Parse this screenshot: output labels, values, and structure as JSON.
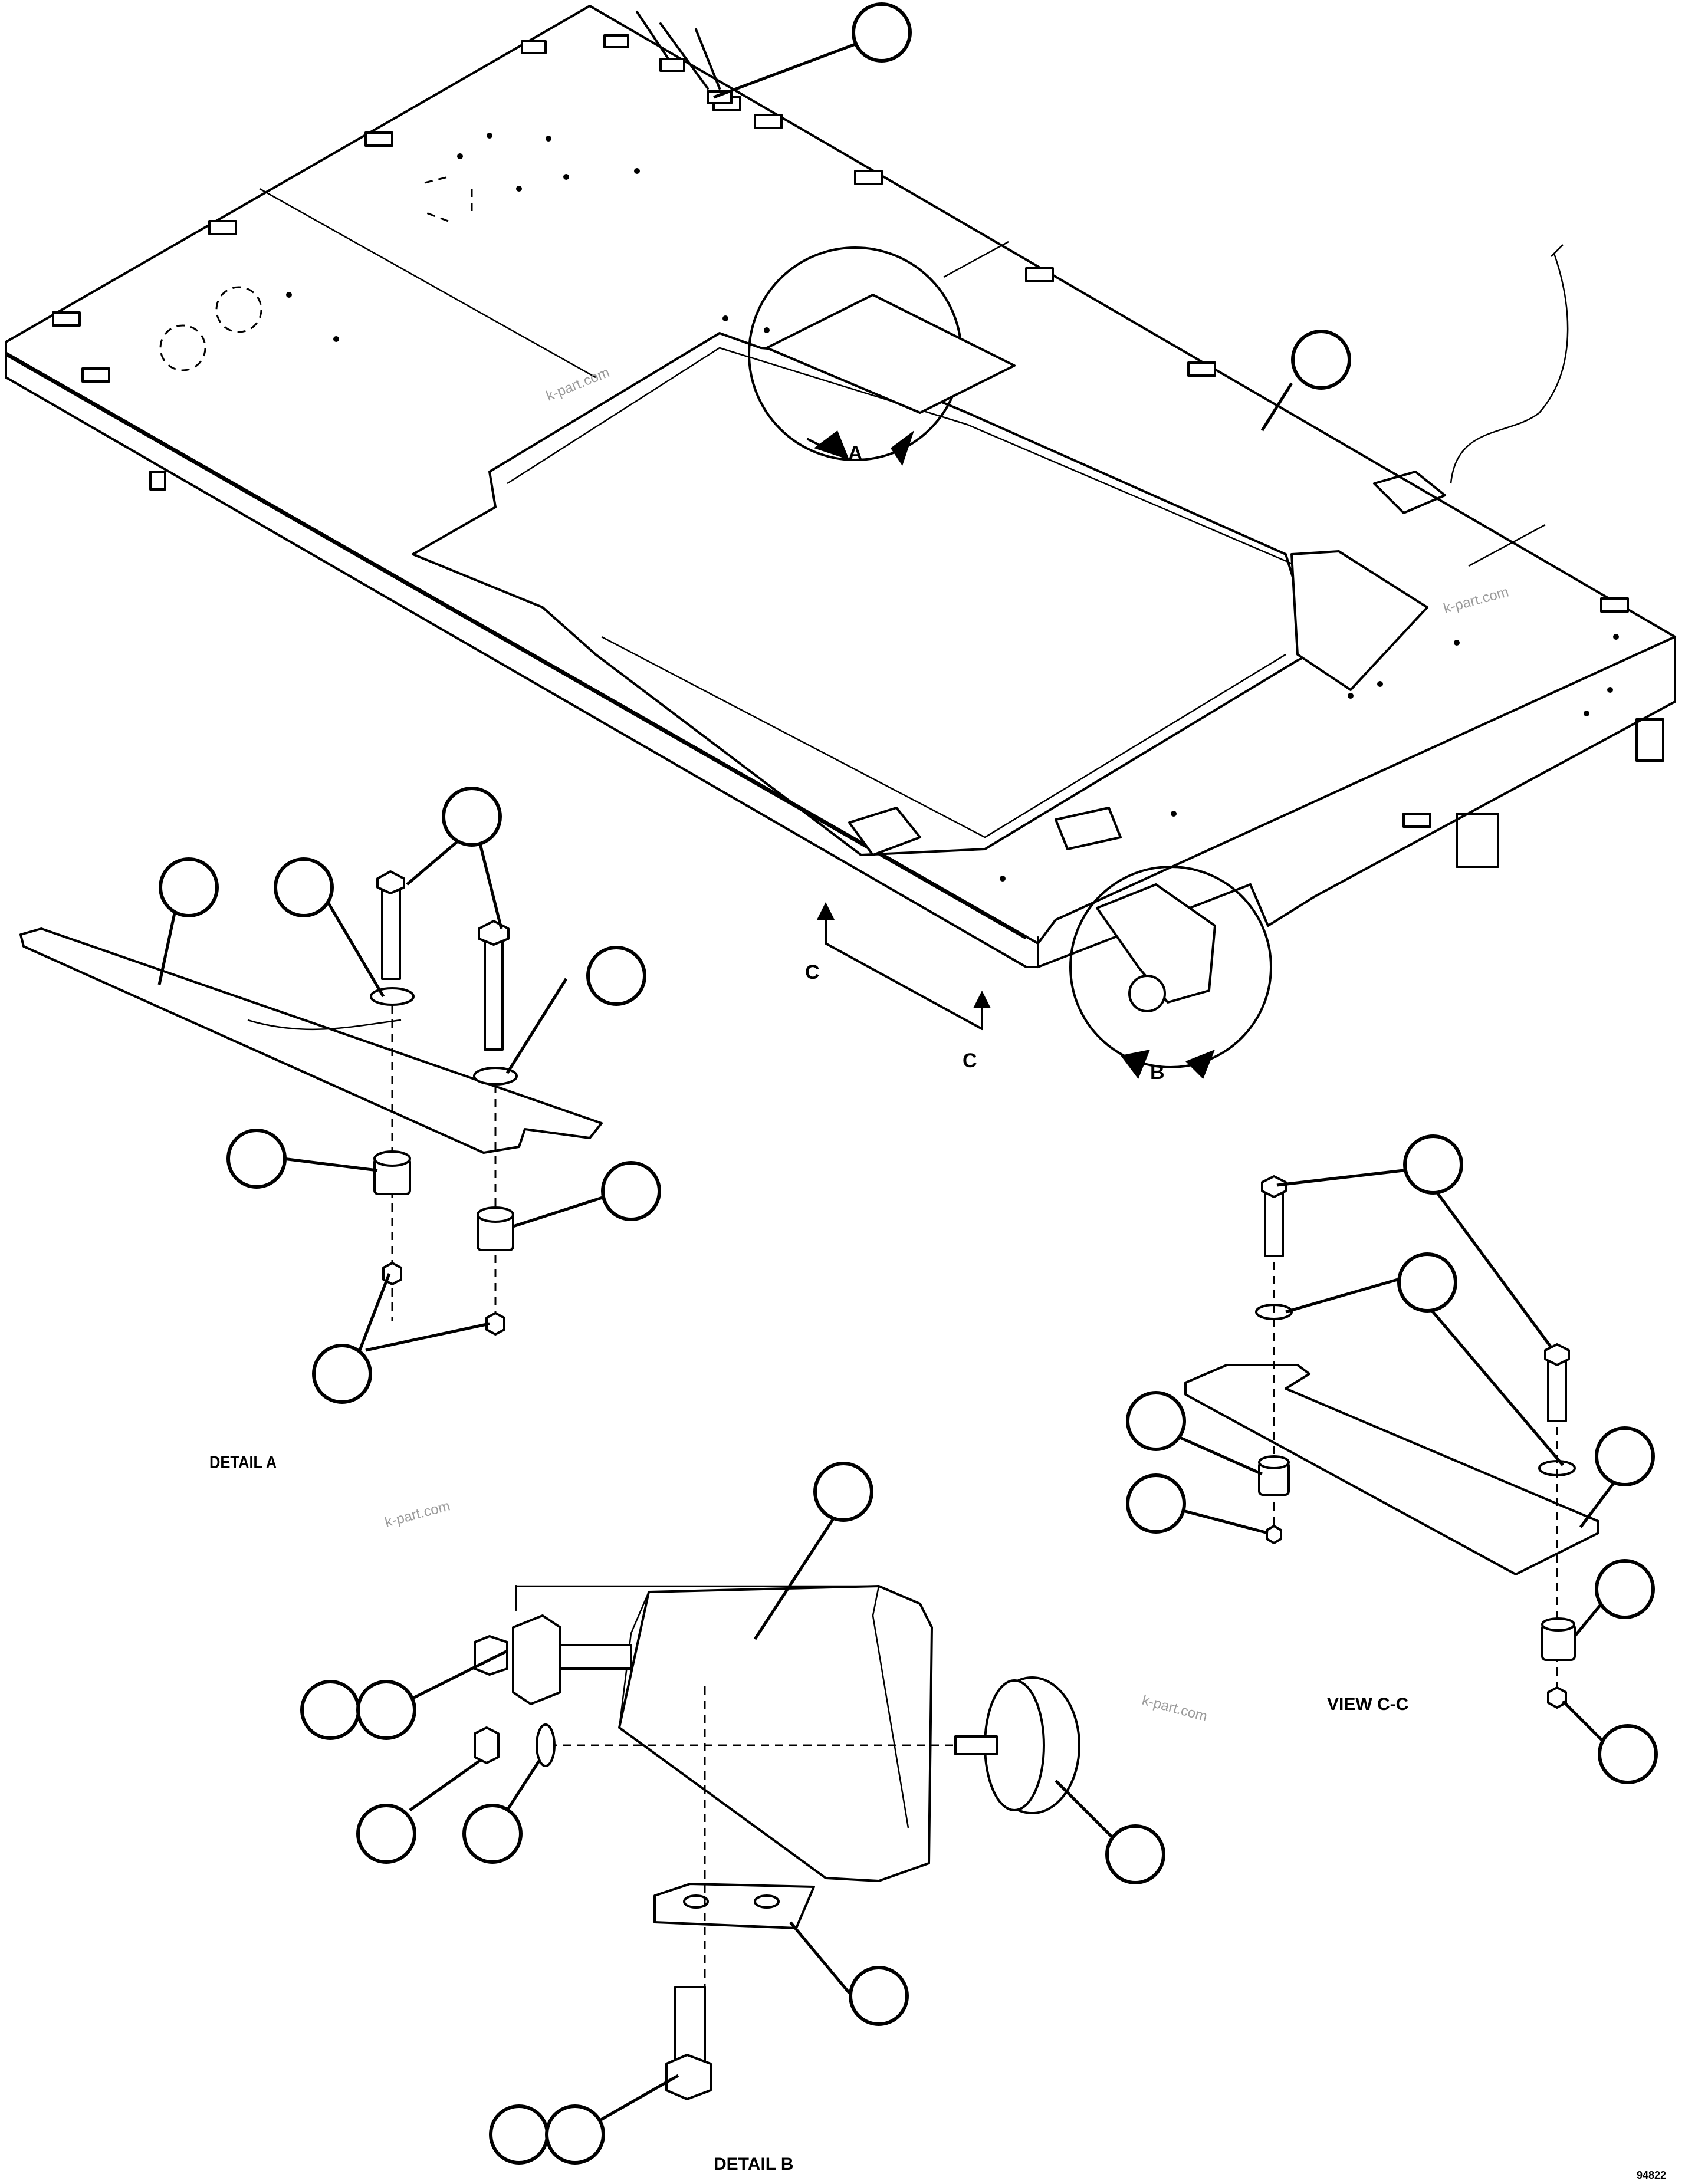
{
  "views": {
    "detail_a_label": "DETAIL A",
    "detail_b_label": "DETAIL B",
    "view_cc_label": "VIEW C-C"
  },
  "callouts": {
    "section_a": "A",
    "section_b": "B",
    "section_c_upper": "C",
    "section_c_lower": "C"
  },
  "watermarks": [
    "k-part.com",
    "k-part.com",
    "k-part.com",
    "k-part.com"
  ],
  "drawing_number": "94822"
}
